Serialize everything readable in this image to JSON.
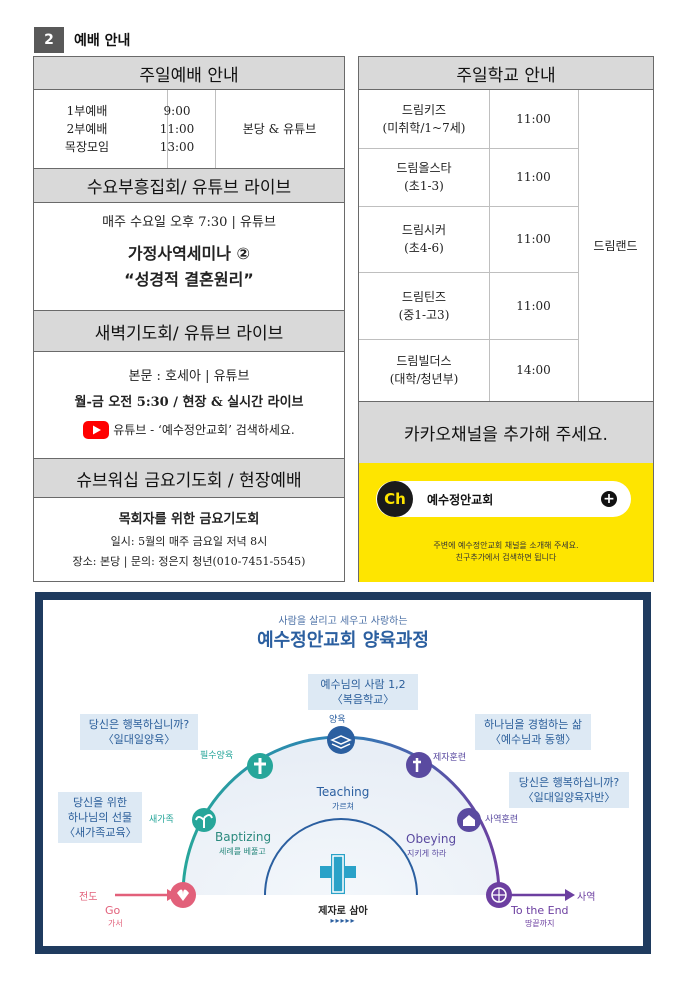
{
  "section": {
    "number": "2",
    "title": "예배 안내"
  },
  "sunday_worship": {
    "header": "주일예배 안내",
    "services": [
      "1부예배",
      "2부예배",
      "목장모임"
    ],
    "times": [
      "9:00",
      "11:00",
      "13:00"
    ],
    "place": "본당 & 유튜브"
  },
  "wednesday": {
    "header": "수요부흥집회/ 유튜브 라이브",
    "schedule": "매주 수요일 오후 7:30 | 유튜브",
    "seminar_line1": "가정사역세미나 ②",
    "seminar_line2": "“성경적 결혼원리”"
  },
  "dawn": {
    "header": "새벽기도회/ 유튜브 라이브",
    "line1": "본문 : 호세아 | 유튜브",
    "line2": "월-금 오전 5:30 / 현장 & 실시간 라이브",
    "youtube_text": "유튜브 - ‘예수정안교회’ 검색하세요."
  },
  "friday": {
    "header": "슈브워십 금요기도회 / 현장예배",
    "title": "목회자를 위한 금요기도회",
    "date": "일시: 5월의 매주 금요일 저녁 8시",
    "place": "장소: 본당 | 문의: 정은지 청년(010-7451-5545)"
  },
  "sunday_school": {
    "header": "주일학교 안내",
    "rows": [
      {
        "name": "드림키즈",
        "age": "(미취학/1~7세)",
        "time": "11:00"
      },
      {
        "name": "드림올스타",
        "age": "(초1-3)",
        "time": "11:00"
      },
      {
        "name": "드림시커",
        "age": "(초4-6)",
        "time": "11:00"
      },
      {
        "name": "드림틴즈",
        "age": "(중1-고3)",
        "time": "11:00"
      },
      {
        "name": "드림빌더스",
        "age": "(대학/청년부)",
        "time": "14:00"
      }
    ],
    "place": "드림랜드"
  },
  "kakao": {
    "header": "카카오채널을 추가해 주세요.",
    "badge": "Ch",
    "channel_name": "예수정안교회",
    "desc1": "주변에 예수정안교회 채널을 소개해 주세요.",
    "desc2": "친구추가에서 검색하면 됩니다"
  },
  "diagram": {
    "subtitle": "사람을 살리고 세우고 사랑하는",
    "title": "예수정안교회 양육과정",
    "bubbles": {
      "top": [
        "예수님의 사람 1,2",
        "〈복음학교〉"
      ],
      "upper_left": [
        "당신은 행복하십니까?",
        "〈일대일양육〉"
      ],
      "upper_right": [
        "하나님을 경험하는 삶",
        "〈예수님과 동행〉"
      ],
      "left": [
        "당신을 위한",
        "하나님의 선물",
        "〈새가족교육〉"
      ],
      "right": [
        "당신은 행복하십니까?",
        "〈일대일양육자반〉"
      ]
    },
    "steps": {
      "go_label": "전도",
      "go_en": "Go",
      "go_kr": "가서",
      "newfamily": "새가족",
      "essential": "필수양육",
      "nurture": "양육",
      "disciple": "제자훈련",
      "ministry_training": "사역훈련",
      "mission": "사역",
      "end_en": "To the End",
      "end_kr": "땅끝까지"
    },
    "arcs": {
      "baptizing_en": "Baptizing",
      "baptizing_kr": "세례를 베풀고",
      "teaching_en": "Teaching",
      "teaching_kr": "가르쳐",
      "obeying_en": "Obeying",
      "obeying_kr": "지키게 하라"
    },
    "center_label": "제자로 삼아",
    "center_arrows": "▸▸▸▸▸"
  },
  "colors": {
    "header_gray": "#d9d9d9",
    "kakao_yellow": "#fee500",
    "youtube_red": "#ff0000",
    "diagram_frame": "#1f3b5f",
    "arc_teal": "#27a69a",
    "arc_blue": "#2e7fb7",
    "arc_purple": "#6c3fa0",
    "go_pink": "#e2607a"
  }
}
